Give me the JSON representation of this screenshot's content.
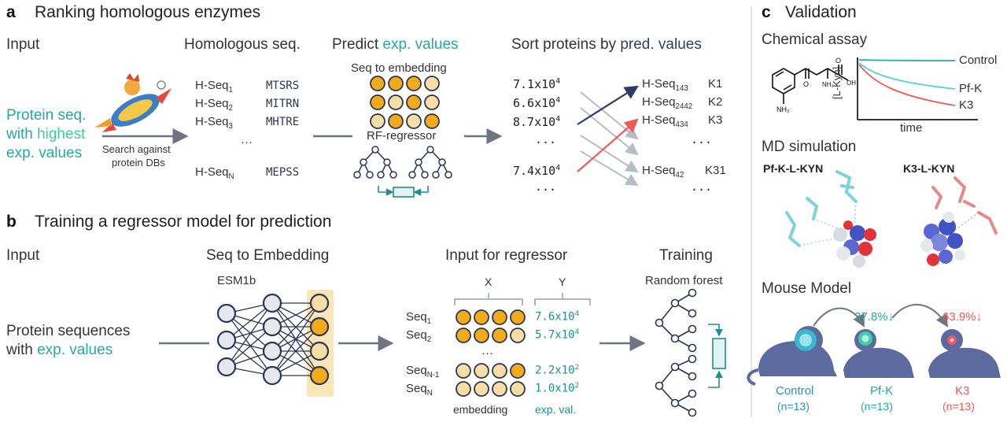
{
  "panel_a": {
    "letter": "a",
    "title": "Ranking homologous enzymes",
    "input_head": "Input",
    "input_text": [
      "Protein seq.",
      "with ",
      "highest",
      "exp. values"
    ],
    "search_text": [
      "Search against",
      "protein DBs"
    ],
    "homologous_head": "Homologous seq.",
    "homologs": [
      {
        "label": "H-Seq",
        "sub": "1",
        "code": "MTSRS"
      },
      {
        "label": "H-Seq",
        "sub": "2",
        "code": "MITRN"
      },
      {
        "label": "H-Seq",
        "sub": "3",
        "code": "MHTRE"
      },
      {
        "label": "H-Seq",
        "sub": "N",
        "code": "MEPSS"
      }
    ],
    "dots": "···",
    "predict_head_pre": "Predict ",
    "predict_head_hl": "exp. values",
    "seq_to_embedding": "Seq to embedding",
    "rf_regressor": "RF-regressor",
    "sort_head_pre": "Sort proteins by ",
    "sort_head_hl": "pred. values",
    "pred_values": [
      {
        "mant": "7.1x10",
        "exp": "4"
      },
      {
        "mant": "6.6x10",
        "exp": "4"
      },
      {
        "mant": "8.7x10",
        "exp": "4"
      },
      {
        "mant": "7.4x10",
        "exp": "4"
      }
    ],
    "ranked": [
      {
        "label": "H-Seq",
        "sub": "143",
        "rank": "K1"
      },
      {
        "label": "H-Seq",
        "sub": "2442",
        "rank": "K2"
      },
      {
        "label": "H-Seq",
        "sub": "434",
        "rank": "K3"
      },
      {
        "label": "H-Seq",
        "sub": "42",
        "rank": "K31"
      }
    ]
  },
  "panel_b": {
    "letter": "b",
    "title": "Training a regressor model for prediction",
    "input_head": "Input",
    "input_text": [
      "Protein sequences",
      "with ",
      "exp. values"
    ],
    "embed_head": "Seq to Embedding",
    "esm_label": "ESM1b",
    "regressor_head": "Input for regressor",
    "x_label": "X",
    "y_label": "Y",
    "seqs": [
      {
        "label": "Seq",
        "sub": "1",
        "mant": "7.6x10",
        "exp": "4"
      },
      {
        "label": "Seq",
        "sub": "2",
        "mant": "5.7x10",
        "exp": "4"
      },
      {
        "label": "Seq",
        "sub": "N-1",
        "mant": "2.2x10",
        "exp": "2"
      },
      {
        "label": "Seq",
        "sub": "N",
        "mant": "1.0x10",
        "exp": "2"
      }
    ],
    "dots": "···",
    "embedding_caption": "embedding",
    "expval_caption": "exp. val.",
    "training_head": "Training",
    "rf_label": "Random forest"
  },
  "panel_c": {
    "letter": "c",
    "title": "Validation",
    "assay_head": "Chemical assay",
    "yaxis_label": "[L-Kyn]",
    "xaxis_label": "time",
    "curve_labels": [
      "Control",
      "Pf-K",
      "K3"
    ],
    "md_head": "MD simulation",
    "md_left": "Pf-K-L-KYN",
    "md_right": "K3-L-KYN",
    "mouse_head": "Mouse Model",
    "pct_pfk": "37.8%↓",
    "pct_k3": "63.9%↓",
    "mice": [
      {
        "name": "Control",
        "n": "(n=13)"
      },
      {
        "name": "Pf-K",
        "n": "(n=13)"
      },
      {
        "name": "K3",
        "n": "(n=13)"
      }
    ]
  },
  "colors": {
    "teal": "#2aa8a0",
    "navy": "#33406a",
    "red": "#ee5a55",
    "orange": "#f2ac1a",
    "light_orange": "#f8dea4",
    "mouse": "#5d6aa0"
  }
}
